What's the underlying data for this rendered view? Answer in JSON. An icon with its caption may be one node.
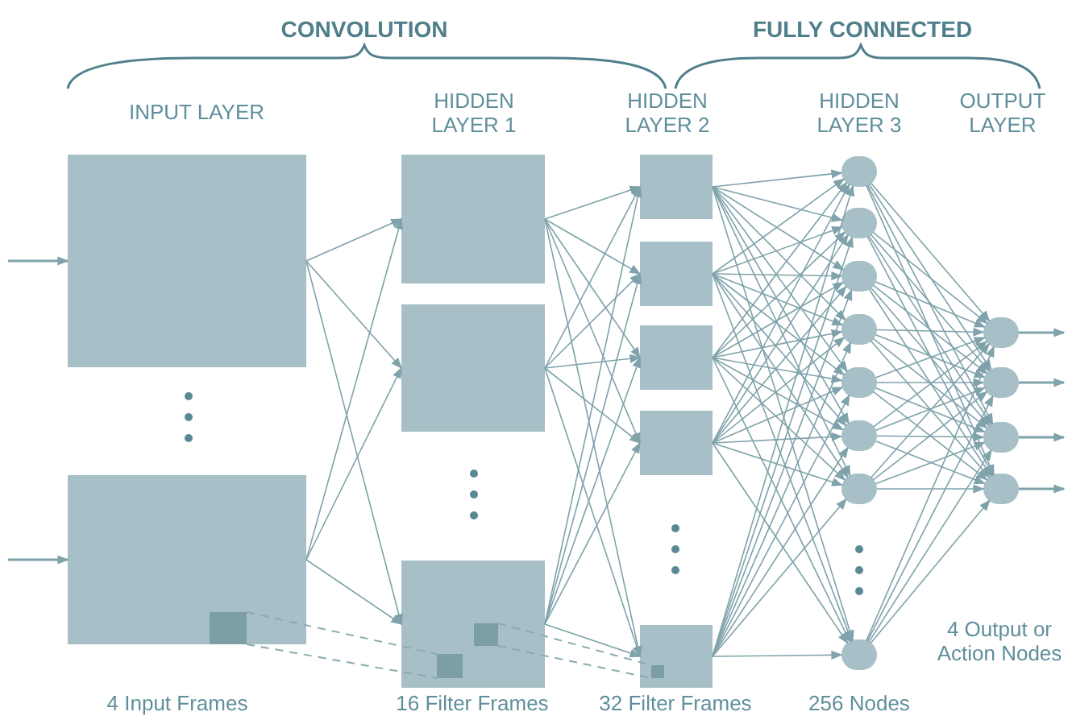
{
  "diagram": {
    "nodes": [
      {
        "text": [],
        "shape": "box"
      },
      {
        "text": [],
        "shape": "box"
      },
      {
        "text": [],
        "shape": "box"
      },
      {
        "text": [],
        "shape": "box"
      },
      {
        "text": [],
        "shape": "box"
      },
      {
        "text": [],
        "shape": "box"
      },
      {
        "text": [],
        "shape": "box"
      },
      {
        "text": [],
        "shape": "box"
      },
      {
        "text": [],
        "shape": "box"
      },
      {
        "text": [],
        "shape": "box"
      },
      {
        "text": [],
        "shape": "circle"
      },
      {
        "text": [],
        "shape": "circle"
      },
      {
        "text": [],
        "shape": "circle"
      },
      {
        "text": [],
        "shape": "circle"
      },
      {
        "text": [],
        "shape": "circle"
      },
      {
        "text": [],
        "shape": "circle"
      },
      {
        "text": [],
        "shape": "circle"
      },
      {
        "text": [],
        "shape": "circle"
      },
      {
        "text": [],
        "shape": "circle"
      },
      {
        "text": [],
        "shape": "circle"
      },
      {
        "text": [],
        "shape": "circle"
      },
      {
        "text": [],
        "shape": "circle"
      },
      {
        "text": [],
        "shape": "box",
        "in": 1
      },
      {
        "text": [],
        "shape": "box",
        "in": 4
      },
      {
        "text": [],
        "shape": "box",
        "in": 4
      },
      {
        "text": [],
        "shape": "box",
        "in": 9
      }
    ],
    "edges": [
      {
        "from": null,
        "to": 0,
        "arrow": "to"
      },
      {
        "from": null,
        "to": 1,
        "arrow": "to"
      },
      {
        "from": 0,
        "to": 2,
        "arrow": "to"
      },
      {
        "from": 0,
        "to": 3,
        "arrow": "to"
      },
      {
        "from": 0,
        "to": 4,
        "arrow": "to"
      },
      {
        "from": 1,
        "to": 2,
        "arrow": "to"
      },
      {
        "from": 1,
        "to": 3,
        "arrow": "to"
      },
      {
        "from": 1,
        "to": 4,
        "arrow": "to"
      },
      {
        "from": 2,
        "to": 5,
        "arrow": "to"
      },
      {
        "from": 2,
        "to": 6,
        "arrow": "to"
      },
      {
        "from": 2,
        "to": 7,
        "arrow": "to"
      },
      {
        "from": 2,
        "to": 8,
        "arrow": "to"
      },
      {
        "from": 2,
        "to": 9,
        "arrow": "to"
      },
      {
        "from": 3,
        "to": 5,
        "arrow": "to"
      },
      {
        "from": 3,
        "to": 6,
        "arrow": "to"
      },
      {
        "from": 3,
        "to": 7,
        "arrow": "to"
      },
      {
        "from": 3,
        "to": 8,
        "arrow": "to"
      },
      {
        "from": 3,
        "to": 9,
        "arrow": "to"
      },
      {
        "from": 4,
        "to": 5,
        "arrow": "to"
      },
      {
        "from": 4,
        "to": 6,
        "arrow": "to"
      },
      {
        "from": 4,
        "to": 7,
        "arrow": "to"
      },
      {
        "from": 4,
        "to": 8,
        "arrow": "to"
      },
      {
        "from": 4,
        "to": 9,
        "arrow": "to"
      },
      {
        "from": 5,
        "to": 10,
        "arrow": "to"
      },
      {
        "from": 5,
        "to": 11,
        "arrow": "to"
      },
      {
        "from": 5,
        "to": 12,
        "arrow": "to"
      },
      {
        "from": 5,
        "to": 13,
        "arrow": "to"
      },
      {
        "from": 5,
        "to": 14,
        "arrow": "to"
      },
      {
        "from": 5,
        "to": 15,
        "arrow": "to"
      },
      {
        "from": 5,
        "to": 16,
        "arrow": "to"
      },
      {
        "from": 5,
        "to": 17,
        "arrow": "to"
      },
      {
        "from": 6,
        "to": 10,
        "arrow": "to"
      },
      {
        "from": 6,
        "to": 11,
        "arrow": "to"
      },
      {
        "from": 6,
        "to": 12,
        "arrow": "to"
      },
      {
        "from": 6,
        "to": 13,
        "arrow": "to"
      },
      {
        "from": 6,
        "to": 14,
        "arrow": "to"
      },
      {
        "from": 6,
        "to": 15,
        "arrow": "to"
      },
      {
        "from": 6,
        "to": 16,
        "arrow": "to"
      },
      {
        "from": 6,
        "to": 17,
        "arrow": "to"
      },
      {
        "from": 7,
        "to": 10,
        "arrow": "to"
      },
      {
        "from": 7,
        "to": 11,
        "arrow": "to"
      },
      {
        "from": 7,
        "to": 12,
        "arrow": "to"
      },
      {
        "from": 7,
        "to": 13,
        "arrow": "to"
      },
      {
        "from": 7,
        "to": 14,
        "arrow": "to"
      },
      {
        "from": 7,
        "to": 15,
        "arrow": "to"
      },
      {
        "from": 7,
        "to": 16,
        "arrow": "to"
      },
      {
        "from": 7,
        "to": 17,
        "arrow": "to"
      },
      {
        "from": 8,
        "to": 10,
        "arrow": "to"
      },
      {
        "from": 8,
        "to": 11,
        "arrow": "to"
      },
      {
        "from": 8,
        "to": 12,
        "arrow": "to"
      },
      {
        "from": 8,
        "to": 13,
        "arrow": "to"
      },
      {
        "from": 8,
        "to": 14,
        "arrow": "to"
      },
      {
        "from": 8,
        "to": 15,
        "arrow": "to"
      },
      {
        "from": 8,
        "to": 16,
        "arrow": "to"
      },
      {
        "from": 8,
        "to": 17,
        "arrow": "to"
      },
      {
        "from": 9,
        "to": 10,
        "arrow": "to"
      },
      {
        "from": 9,
        "to": 11,
        "arrow": "to"
      },
      {
        "from": 9,
        "to": 12,
        "arrow": "to"
      },
      {
        "from": 9,
        "to": 13,
        "arrow": "to"
      },
      {
        "from": 9,
        "to": 14,
        "arrow": "to"
      },
      {
        "from": 9,
        "to": 15,
        "arrow": "to"
      },
      {
        "from": 9,
        "to": 16,
        "arrow": "to"
      },
      {
        "from": 9,
        "to": 17,
        "arrow": "to"
      },
      {
        "from": 10,
        "to": 18,
        "arrow": "to"
      },
      {
        "from": 10,
        "to": 19,
        "arrow": "to"
      },
      {
        "from": 10,
        "to": 20,
        "arrow": "to"
      },
      {
        "from": 10,
        "to": 21,
        "arrow": "to"
      },
      {
        "from": 11,
        "to": 18,
        "arrow": "to"
      },
      {
        "from": 11,
        "to": 19,
        "arrow": "to"
      },
      {
        "from": 11,
        "to": 20,
        "arrow": "to"
      },
      {
        "from": 11,
        "to": 21,
        "arrow": "to"
      },
      {
        "from": 12,
        "to": 18,
        "arrow": "to"
      },
      {
        "from": 12,
        "to": 19,
        "arrow": "to"
      },
      {
        "from": 12,
        "to": 20,
        "arrow": "to"
      },
      {
        "from": 12,
        "to": 21,
        "arrow": "to"
      },
      {
        "from": 13,
        "to": 18,
        "arrow": "to"
      },
      {
        "from": 13,
        "to": 19,
        "arrow": "to"
      },
      {
        "from": 13,
        "to": 20,
        "arrow": "to"
      },
      {
        "from": 13,
        "to": 21,
        "arrow": "to"
      },
      {
        "from": 14,
        "to": 18,
        "arrow": "to"
      },
      {
        "from": 14,
        "to": 19,
        "arrow": "to"
      },
      {
        "from": 14,
        "to": 20,
        "arrow": "to"
      },
      {
        "from": 14,
        "to": 21,
        "arrow": "to"
      },
      {
        "from": 15,
        "to": 18,
        "arrow": "to"
      },
      {
        "from": 15,
        "to": 19,
        "arrow": "to"
      },
      {
        "from": 15,
        "to": 20,
        "arrow": "to"
      },
      {
        "from": 15,
        "to": 21,
        "arrow": "to"
      },
      {
        "from": 16,
        "to": 18,
        "arrow": "to"
      },
      {
        "from": 16,
        "to": 19,
        "arrow": "to"
      },
      {
        "from": 16,
        "to": 20,
        "arrow": "to"
      },
      {
        "from": 16,
        "to": 21,
        "arrow": "to"
      },
      {
        "from": 17,
        "to": 18,
        "arrow": "to"
      },
      {
        "from": 17,
        "to": 19,
        "arrow": "to"
      },
      {
        "from": 17,
        "to": 20,
        "arrow": "to"
      },
      {
        "from": 17,
        "to": 21,
        "arrow": "to"
      },
      {
        "from": 18,
        "to": null,
        "arrow": "to"
      },
      {
        "from": 19,
        "to": null,
        "arrow": "to"
      },
      {
        "from": 20,
        "to": null,
        "arrow": "to"
      },
      {
        "from": 21,
        "to": null,
        "arrow": "to"
      },
      {
        "from": 22,
        "to": 23,
        "arrow": "none",
        "style": "dashed"
      },
      {
        "from": 22,
        "to": 23,
        "arrow": "none",
        "style": "dashed"
      },
      {
        "from": 24,
        "to": 25,
        "arrow": "none",
        "style": "dashed"
      },
      {
        "from": 24,
        "to": 25,
        "arrow": "none",
        "style": "dashed"
      }
    ],
    "labels": [
      "CONVOLUTION",
      "FULLY CONNECTED",
      "INPUT LAYER",
      "HIDDEN LAYER 1",
      "HIDDEN LAYER 2",
      "HIDDEN LAYER 3",
      "OUTPUT LAYER",
      "4 Output or Action Nodes",
      "4 Input Frames",
      "16 Filter Frames",
      "32 Filter Frames",
      "256 Nodes"
    ]
  }
}
